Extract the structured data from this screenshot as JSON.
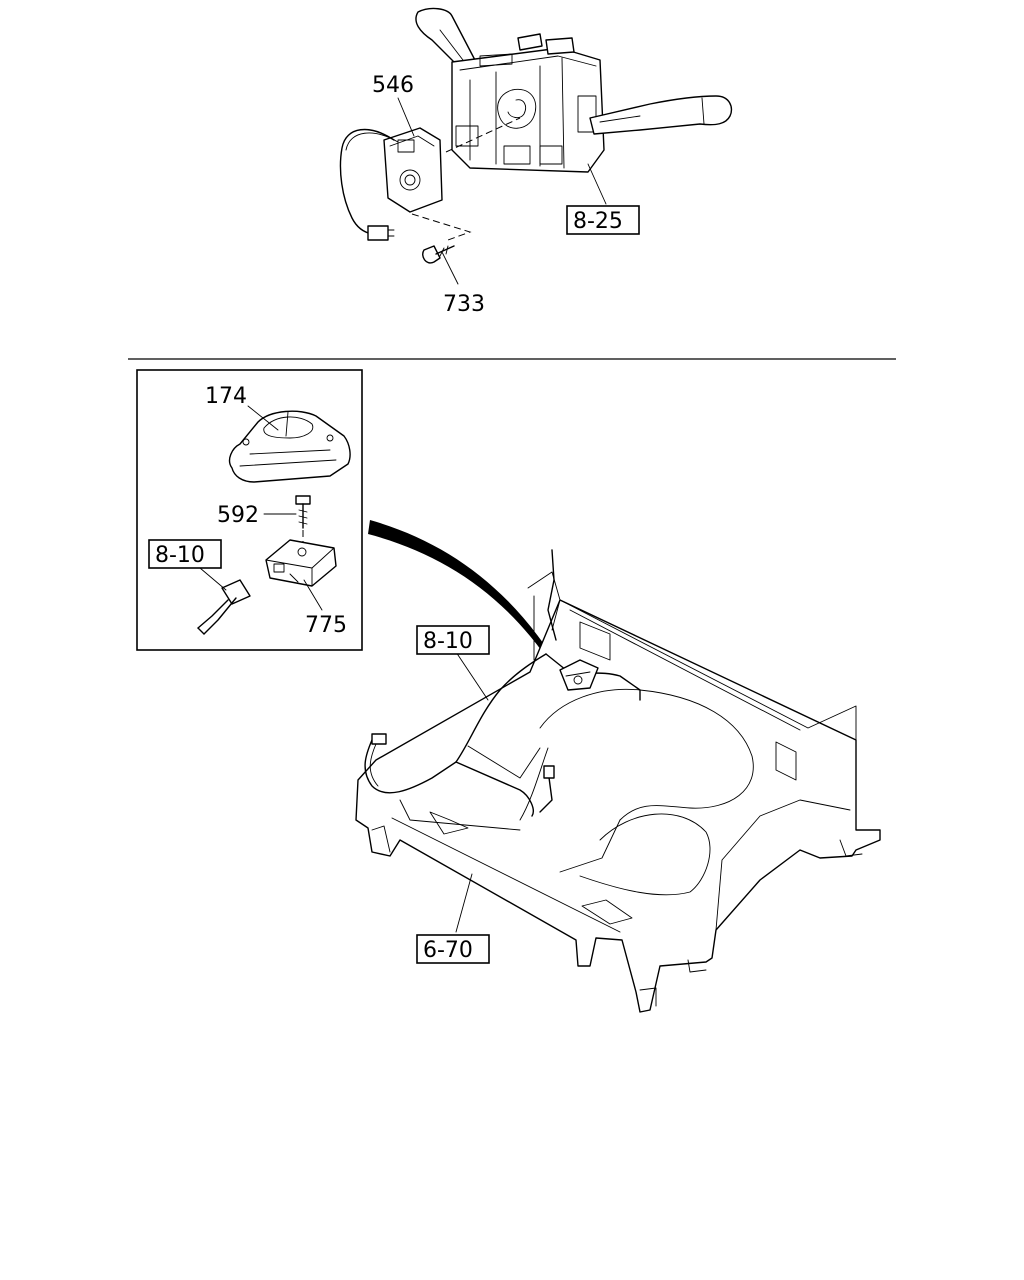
{
  "top_assembly": {
    "callouts": [
      {
        "id": "bracket",
        "label": "546"
      },
      {
        "id": "bolt",
        "label": "733"
      }
    ],
    "reference": {
      "label": "8-25"
    }
  },
  "inset": {
    "callouts": [
      {
        "id": "cover",
        "label": "174"
      },
      {
        "id": "screw",
        "label": "592"
      },
      {
        "id": "sensor",
        "label": "775"
      }
    ],
    "reference": {
      "label": "8-10"
    }
  },
  "floor_assembly": {
    "harness_reference": {
      "label": "8-10"
    },
    "floor_reference": {
      "label": "6-70"
    }
  },
  "icons": [
    "combination-switch",
    "steering-sensor-bracket",
    "bolt",
    "cover",
    "screw",
    "sensor-unit",
    "connector",
    "floor-panel",
    "wire-harness",
    "arrow"
  ]
}
